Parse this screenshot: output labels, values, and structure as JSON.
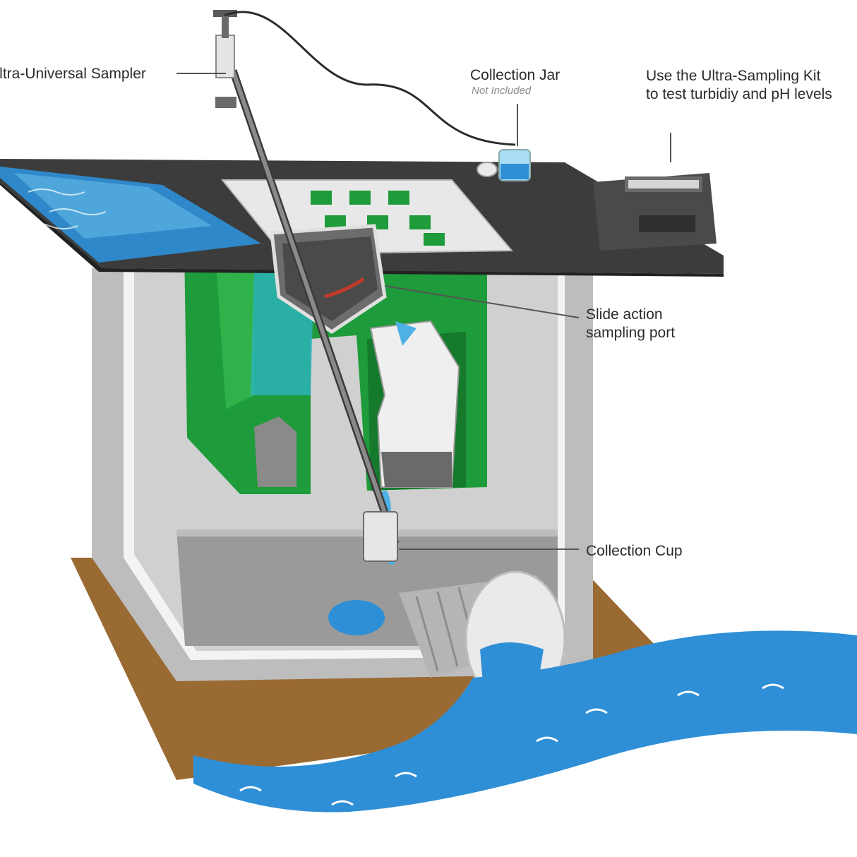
{
  "labels": {
    "sampler": "Ultra-Universal Sampler",
    "jar": "Collection Jar",
    "jar_note": "Not Included",
    "kit_line1": "Use the Ultra-Sampling Kit",
    "kit_line2": "to test turbidiy and pH levels",
    "port_line1": "Slide action",
    "port_line2": "sampling port",
    "cup": "Collection Cup"
  },
  "colors": {
    "water": "#2e8fd6",
    "water_light": "#6fc3ee",
    "filter_green": "#1e9b3a",
    "vault_gray": "#c9c9c9",
    "deck": "#3c3c3c",
    "soil": "#9a6a33"
  }
}
